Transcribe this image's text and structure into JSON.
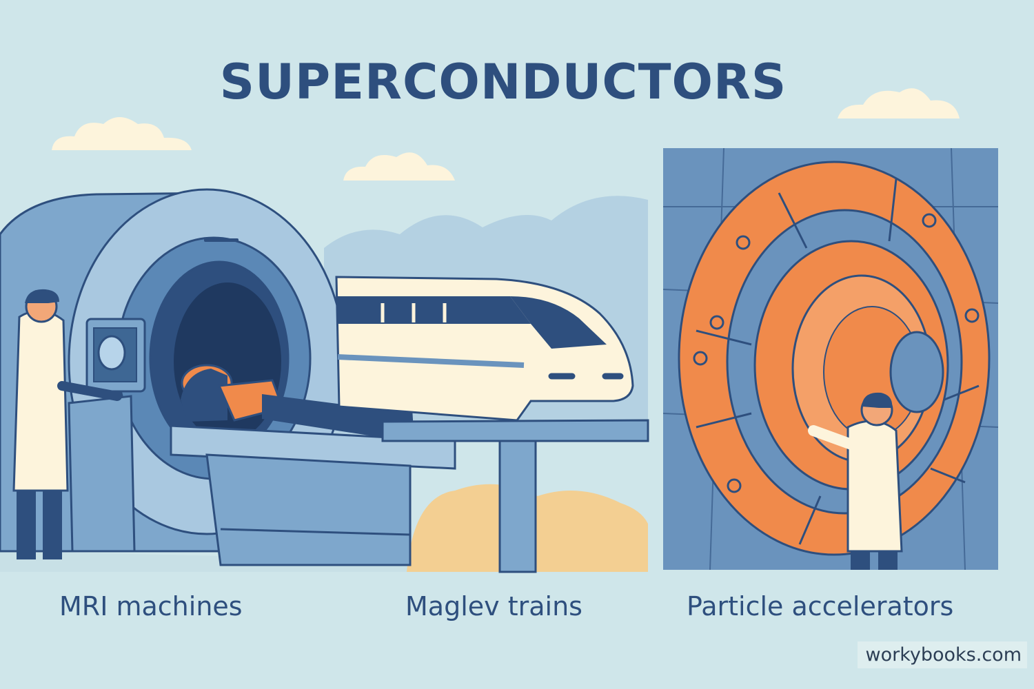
{
  "title": "SUPERCONDUCTORS",
  "captions": {
    "mri": "MRI machines",
    "maglev": "Maglev trains",
    "particle": "Particle accelerators"
  },
  "watermark": "workybooks.com",
  "colors": {
    "background": "#cfe6ea",
    "title_text": "#2e4f7e",
    "accent_orange": "#f08a4b",
    "accent_blue": "#6a93bd",
    "cloud": "#fdf4dc"
  }
}
